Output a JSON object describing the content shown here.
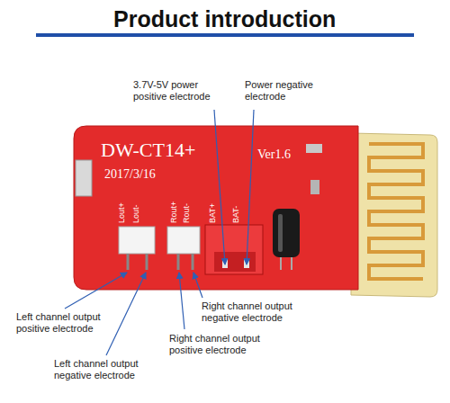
{
  "diagram": {
    "title": "Product introduction",
    "labels": [
      "3.7V-5V power positive electrode",
      "Power negative electrode",
      "DW-CT14+",
      "Ver1.6",
      "2017/3/16",
      "Lout+",
      "Lout-",
      "Rout+",
      "Rout-",
      "BAT+",
      "BAT-",
      "Left channel output positive electrode",
      "Left channel output negative electrode",
      "Right channel output negative electrode",
      "Right channel output positive electrode"
    ]
  }
}
